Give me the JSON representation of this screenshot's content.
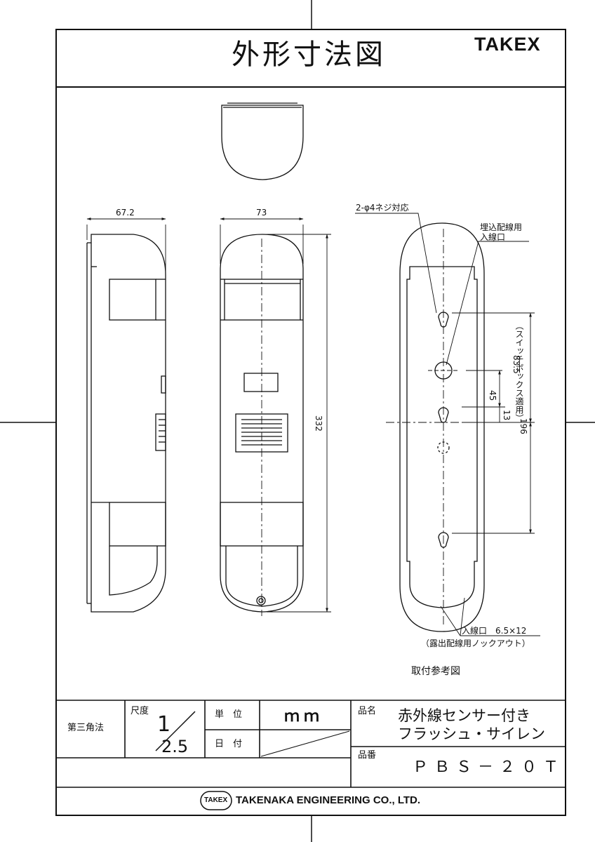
{
  "header": {
    "title": "外形寸法図",
    "brand": "TAKEX"
  },
  "dimensions": {
    "side_depth": "67.2",
    "front_width": "73",
    "height": "332",
    "spacing_83": "83.5",
    "spacing_83_note": "（スイッチボックス適用）",
    "spacing_45": "45",
    "spacing_13": "13",
    "spacing_196": "196"
  },
  "annotations": {
    "screw_holes": "2-φ4ネジ対応",
    "embedded_entry_line1": "埋込配線用",
    "embedded_entry_line2": "入線口",
    "exposed_entry_line1": "入線口　6.5×12",
    "exposed_entry_line2": "（露出配線用ノックアウト）",
    "mounting_caption": "取付参考図"
  },
  "title_block": {
    "projection": "第三角法",
    "scale_label": "尺度",
    "scale_top": "1",
    "scale_bottom": "2.5",
    "unit_label": "単　位",
    "unit_value": "ｍｍ",
    "date_label": "日　付",
    "product_name_label": "品名",
    "product_name_line1": "赤外線センサー付き",
    "product_name_line2": "フラッシュ・サイレン",
    "part_no_label": "品番",
    "part_no": "ＰＢＳ－２０Ｔ",
    "company_logo": "TAKEX",
    "company": "TAKENAKA ENGINEERING CO., LTD."
  },
  "colors": {
    "ink": "#111111",
    "paper": "#ffffff"
  }
}
